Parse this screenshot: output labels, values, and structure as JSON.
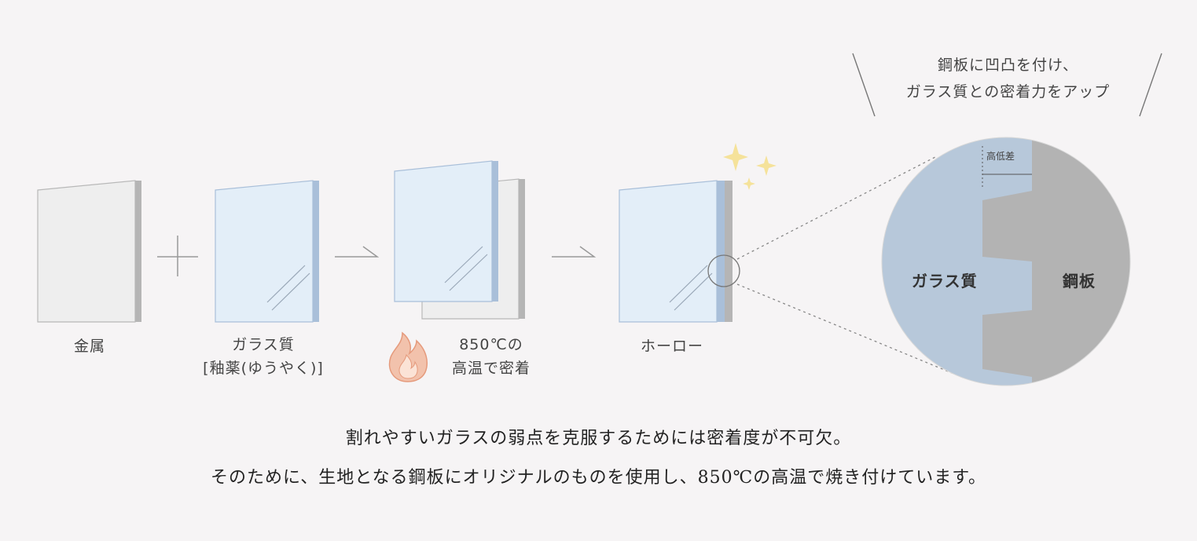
{
  "steps": {
    "metal": "金属",
    "glass_line1": "ガラス質",
    "glass_line2": "[釉薬(ゆうやく)]",
    "heat_line1": "850℃の",
    "heat_line2": "高温で密着",
    "enamel": "ホーロー"
  },
  "callout": {
    "line1": "鋼板に凹凸を付け、",
    "line2": "ガラス質との密着力をアップ"
  },
  "closeup": {
    "glass_label": "ガラス質",
    "steel_label": "鋼板",
    "height_diff_label": "高低差"
  },
  "caption": {
    "line1": "割れやすいガラスの弱点を克服するためには密着度が不可欠。",
    "line2": "そのために、生地となる鋼板にオリジナルのものを使用し、850℃の高温で焼き付けています。"
  },
  "colors": {
    "background": "#f6f4f5",
    "metal_plate": "#eeeeee",
    "glass_plate": "#e3eef8",
    "glass_edge": "#a9bfd9",
    "steel_edge": "#b5b5b5",
    "circle_glass": "#b7c8da",
    "circle_steel": "#b3b3b3",
    "sparkle": "#f5e29a",
    "flame": "#f2b8a0"
  },
  "icons": [
    "flame-icon",
    "sparkle-icon",
    "magnifier-circle-icon",
    "plus-icon",
    "arrow-icon"
  ]
}
